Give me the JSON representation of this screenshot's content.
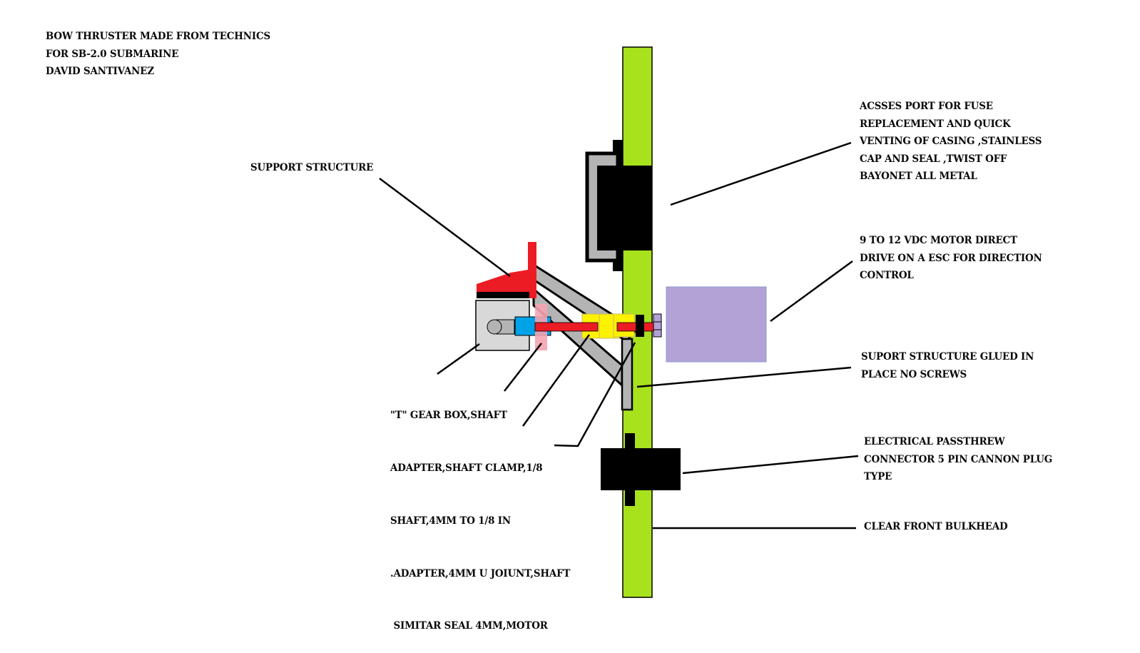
{
  "title": {
    "lines": [
      "BOW THRUSTER MADE FROM TECHNICS",
      "FOR SB-2.0 SUBMARINE",
      "DAVID SANTIVANEZ"
    ]
  },
  "callouts": {
    "support_structure": {
      "lines": [
        "SUPPORT STRUCTURE"
      ]
    },
    "access_port": {
      "lines": [
        "ACSSES PORT FOR FUSE",
        "REPLACEMENT AND QUICK",
        "VENTING OF CASING ,STAINLESS",
        "CAP AND SEAL ,TWIST OFF",
        "BAYONET ALL METAL"
      ]
    },
    "motor": {
      "lines": [
        "9 TO 12 VDC MOTOR DIRECT",
        "DRIVE ON A ESC FOR DIRECTION",
        "CONTROL"
      ]
    },
    "glued_support": {
      "lines": [
        "SUPORT STRUCTURE GLUED IN",
        "PLACE NO SCREWS"
      ]
    },
    "electrical_passthrough": {
      "lines": [
        "ELECTRICAL PASSTHREW",
        "CONNECTOR 5 PIN CANNON PLUG",
        "TYPE"
      ]
    },
    "bulkhead": {
      "lines": [
        "CLEAR FRONT BULKHEAD"
      ]
    },
    "drivetrain": {
      "lines": [
        "\"T\" GEAR BOX,SHAFT",
        "ADAPTER,SHAFT CLAMP,1/8",
        "SHAFT,4MM TO 1/8 IN",
        ".ADAPTER,4MM U JOIUNT,SHAFT",
        " SIMITAR SEAL 4MM,MOTOR"
      ]
    }
  },
  "colors": {
    "bulkhead_green": "#a8e21c",
    "black": "#000000",
    "gray": "#b4b4b4",
    "light_gray": "#d8d8d8",
    "red": "#ec1c24",
    "blue": "#00a2e8",
    "pink": "#f5a3b0",
    "yellow": "#fff200",
    "lavender": "#b3a2d6",
    "lavender_edge": "#8a9ad0"
  }
}
